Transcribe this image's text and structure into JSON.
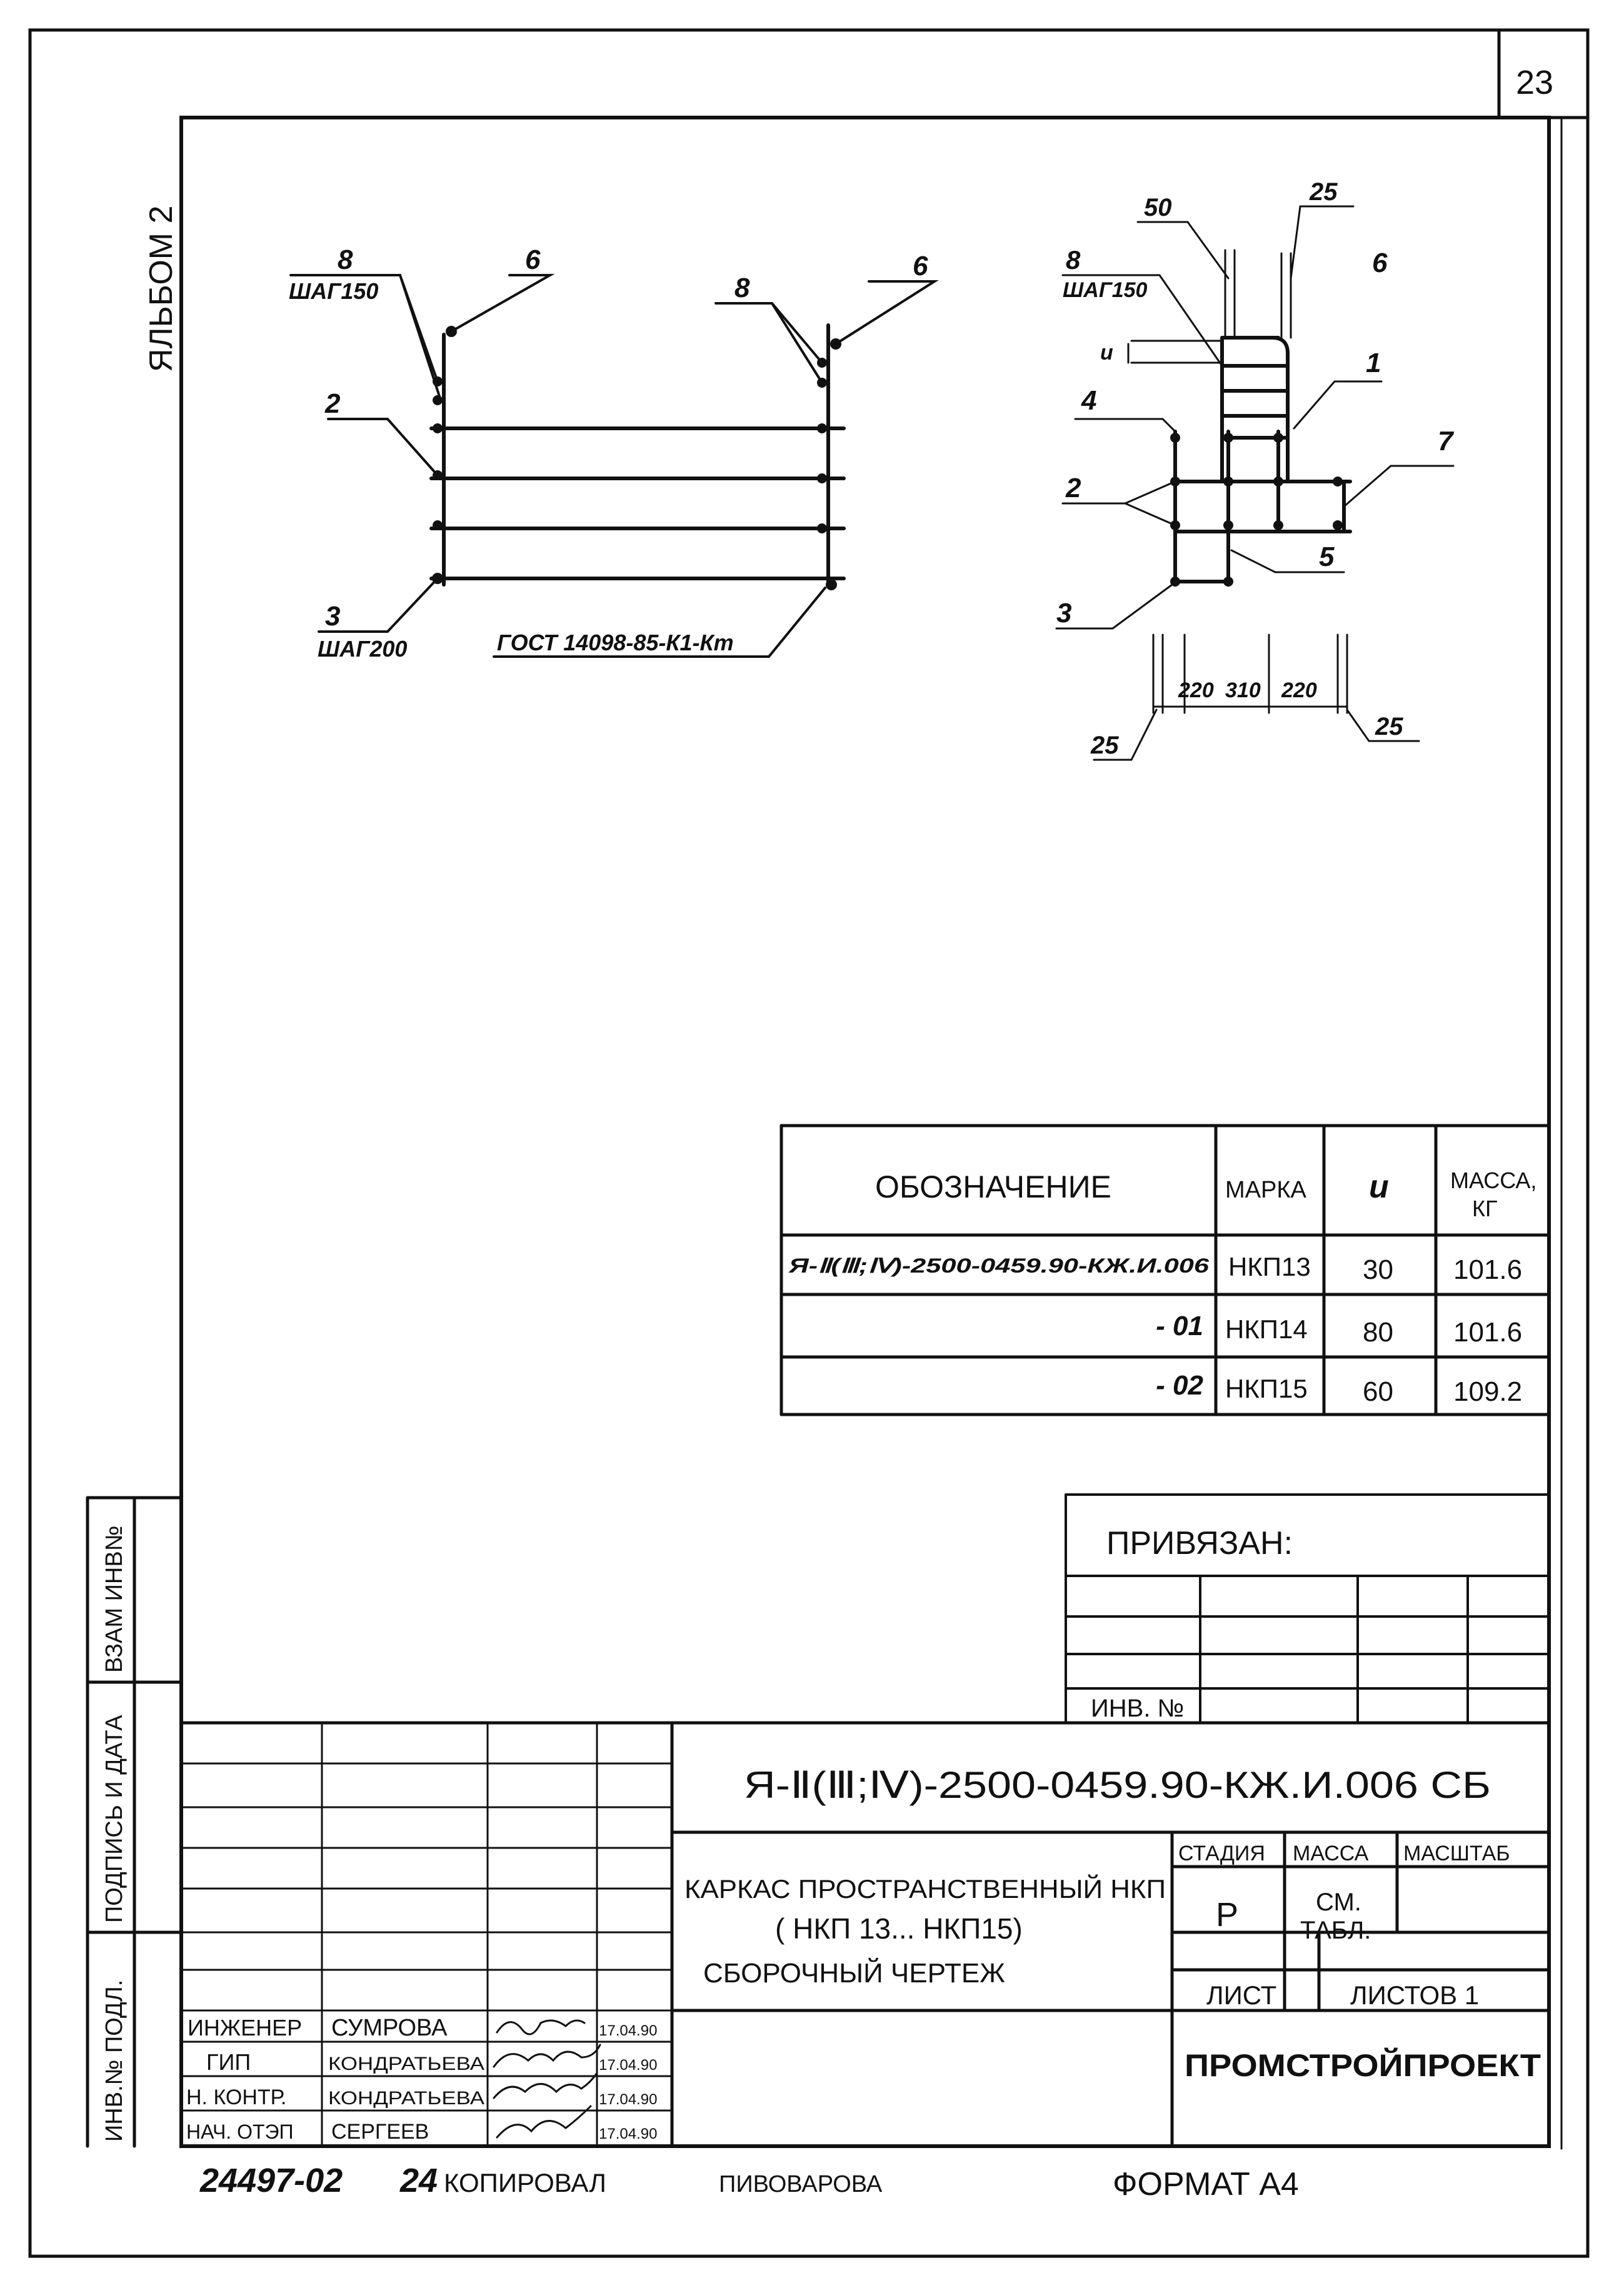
{
  "sheet": {
    "page_number": "23",
    "album": "ЯЛЬБОМ 2",
    "format": "ФОРМАТ А4",
    "copy_id": "24497-02",
    "copy_number": "24",
    "copied_label": "КОПИРОВАЛ",
    "copier": "ПИВОВАРОВА"
  },
  "side_labels": {
    "vzam": "ВЗАМ ИНВ№",
    "podpis": "ПОДПИСЬ И ДАТА",
    "inv_podl": "ИНВ.№ ПОДЛ."
  },
  "drawing_left": {
    "callout_8": "8",
    "step_150": "ШАГ150",
    "callout_6a": "6",
    "callout_2": "2",
    "callout_3": "3",
    "step_200": "ШАГ200",
    "gost": "ГОСТ 14098-85-К1-Кт",
    "callout_8b": "8",
    "callout_6b": "6"
  },
  "drawing_right": {
    "dim_50": "50",
    "dim_25_top": "25",
    "callout_8": "8",
    "step_150": "ШАГ150",
    "callout_6": "6",
    "dim_u": "u",
    "callout_1": "1",
    "callout_4": "4",
    "callout_7": "7",
    "callout_2": "2",
    "callout_5": "5",
    "callout_3": "3",
    "dim_220a": "220",
    "dim_310": "310",
    "dim_220b": "220",
    "dim_25_left": "25",
    "dim_25_right": "25"
  },
  "table": {
    "headers": [
      "ОБОЗНАЧЕНИЕ",
      "МАРКА",
      "u",
      "МАССА,",
      "КГ"
    ],
    "rows": [
      {
        "designation": "Я-Ⅱ(Ⅲ;Ⅳ)-2500-0459.90-КЖ.И.006",
        "mark": "НКП13",
        "u": "30",
        "mass": "101.6"
      },
      {
        "designation": "- 01",
        "mark": "НКП14",
        "u": "80",
        "mass": "101.6"
      },
      {
        "designation": "- 02",
        "mark": "НКП15",
        "u": "60",
        "mass": "109.2"
      }
    ]
  },
  "privyazan": {
    "title": "ПРИВЯЗАН:",
    "inv_label": "ИНВ. №"
  },
  "title_block": {
    "code": "Я-Ⅱ(Ⅲ;Ⅳ)-2500-0459.90-КЖ.И.006 СБ",
    "name_line1": "КАРКАС ПРОСТРАНСТВЕННЫЙ НКП",
    "name_line2": "( НКП 13... НКП15)",
    "name_line3": "СБОРОЧНЫЙ ЧЕРТЕЖ",
    "stage_label": "СТАДИЯ",
    "mass_label": "МАССА",
    "scale_label": "МАСШТАБ",
    "stage_value": "Р",
    "mass_value_1": "СМ.",
    "mass_value_2": "ТАБЛ.",
    "sheet_label": "ЛИСТ",
    "sheets_label": "ЛИСТОВ 1",
    "organization": "ПРОМСТРОЙПРОЕКТ"
  },
  "signatures": [
    {
      "role": "ИНЖЕНЕР",
      "name": "СУМРОВА",
      "date": "17.04.90"
    },
    {
      "role": "ГИП",
      "name": "КОНДРАТЬЕВА",
      "date": "17.04.90"
    },
    {
      "role": "Н. КОНТР.",
      "name": "КОНДРАТЬЕВА",
      "date": "17.04.90"
    },
    {
      "role": "НАЧ. ОТЭП",
      "name": "СЕРГЕЕВ",
      "date": "17.04.90"
    }
  ]
}
